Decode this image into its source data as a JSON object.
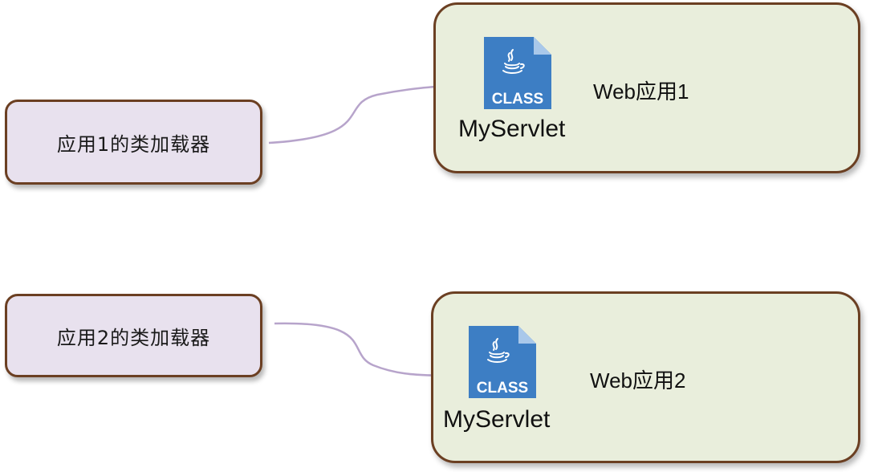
{
  "loaders": [
    {
      "label": "应用1的类加载器"
    },
    {
      "label": "应用2的类加载器"
    }
  ],
  "web_apps": [
    {
      "name": "Web应用1",
      "class_file": {
        "badge": "CLASS",
        "name": "MyServlet"
      }
    },
    {
      "name": "Web应用2",
      "class_file": {
        "badge": "CLASS",
        "name": "MyServlet"
      }
    }
  ],
  "colors": {
    "loader_fill": "#e8e1ee",
    "app_fill": "#e9eedc",
    "border": "#6b3f22",
    "arrow": "#b7a4cb",
    "icon_blue": "#3d7ec4"
  },
  "icons": [
    "java-class-file-icon",
    "java-class-file-icon"
  ]
}
